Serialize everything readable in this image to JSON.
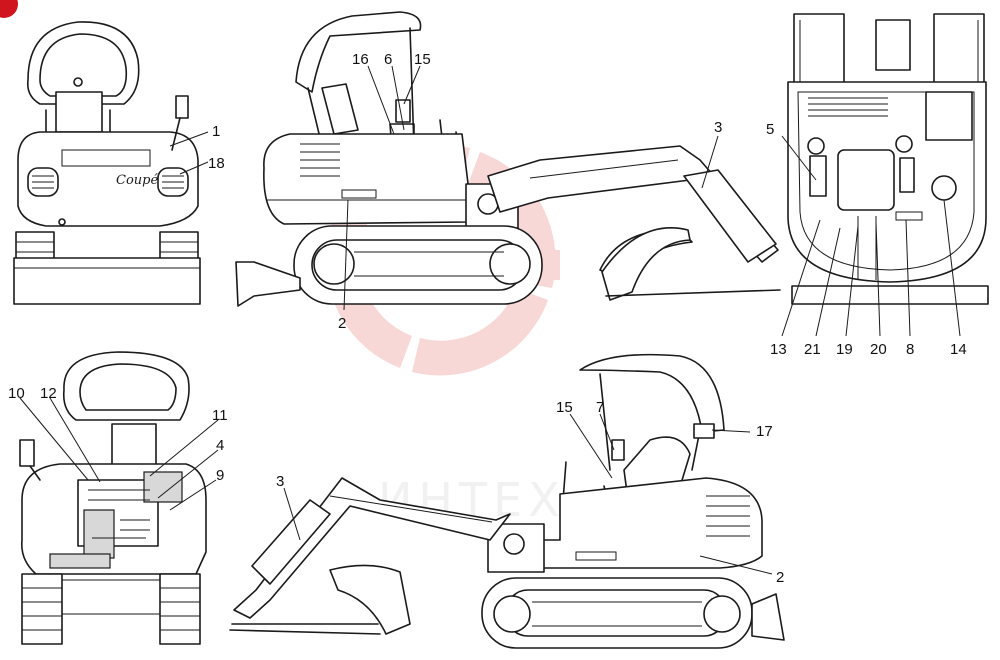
{
  "watermark": {
    "text": "ИНТЕХ",
    "color": "#f4c8c8"
  },
  "corner_marker_color": "#d0151f",
  "model_badge_text": "Coupé",
  "callouts": [
    "1",
    "18",
    "16",
    "6",
    "15",
    "3",
    "5",
    "2",
    "13",
    "21",
    "19",
    "20",
    "8",
    "14",
    "10",
    "12",
    "11",
    "4",
    "9",
    "15",
    "7",
    "17",
    "3",
    "2"
  ]
}
